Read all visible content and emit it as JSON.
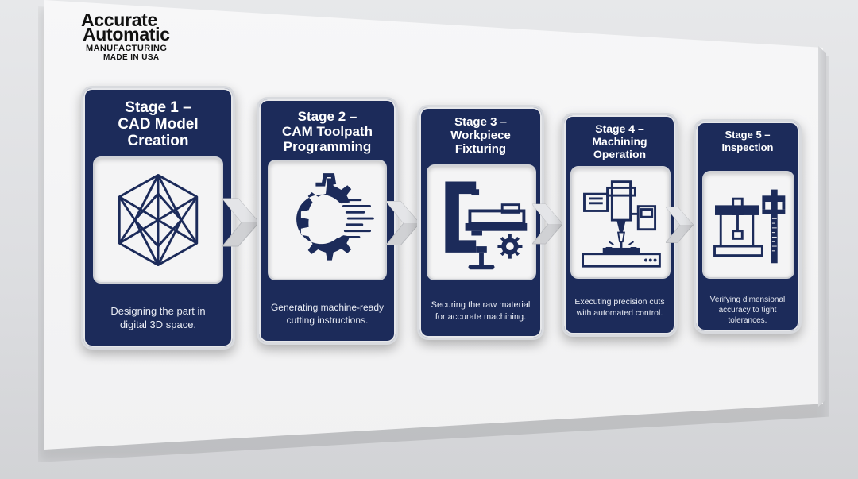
{
  "logo": {
    "line1": "Accurate",
    "line2": "Automatic",
    "line3": "MANUFACTURING",
    "line4": "MADE IN USA"
  },
  "stages": [
    {
      "title": "Stage 1 –\nCAD Model\nCreation",
      "description": "Designing the part in\ndigital 3D space.",
      "icon": "geodesic-cube-icon"
    },
    {
      "title": "Stage 2 –\nCAM Toolpath\nProgramming",
      "description": "Generating machine-ready\ncutting instructions.",
      "icon": "gear-code-icon"
    },
    {
      "title": "Stage 3 –\nWorkpiece\nFixturing",
      "description": "Securing the raw material\nfor accurate machining.",
      "icon": "clamp-vise-icon"
    },
    {
      "title": "Stage 4 –\nMachining\nOperation",
      "description": "Executing precision cuts\nwith automated control.",
      "icon": "cnc-machine-icon"
    },
    {
      "title": "Stage 5 –\nInspection",
      "description": "Verifying dimensional\naccuracy to tight tolerances.",
      "icon": "measuring-machine-icon"
    }
  ],
  "colors": {
    "card_navy": "#1c2b5a",
    "panel": "#f3f3f4",
    "arrow": "#d3d4d7"
  }
}
